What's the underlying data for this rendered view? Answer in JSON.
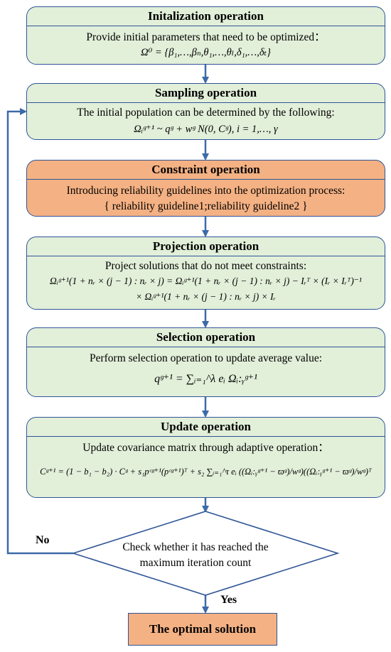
{
  "boxes": {
    "init": {
      "title": "Initalization  operation",
      "line1": "Provide initial parameters that need to be optimized：",
      "formula": "Ω⁰ = {β₁,…,βₙ,θ₁,…,θₗ,δ₁,…,δₜ}"
    },
    "sampling": {
      "title": "Sampling operation",
      "line1": "The initial population can be determined by the following:",
      "formula": "Ωᵢᵍ⁺¹ ~ qᵍ + wᵍ N(0, Cᵍ), i = 1,…, γ"
    },
    "constraint": {
      "title": "Constraint operation",
      "line1": "Introducing reliability guidelines into the optimization process:",
      "line2": "{  reliability guideline1;reliability guideline2  }"
    },
    "projection": {
      "title": "Projection operation",
      "line1": "Project solutions that do not meet constraints:",
      "formula1": "Ωᵢᵍ⁺¹(1 + nᵣ × (j − 1) : nᵣ × j) = Ωᵢᵍ⁺¹(1 + nᵣ × (j − 1) : nᵣ × j) − Iᵣᵀ × (Iᵣ × Iᵣᵀ)⁻¹",
      "formula2": "× Ωᵢᵍ⁺¹(1 + nᵣ × (j − 1) : nᵣ × j) × Iᵣ"
    },
    "selection": {
      "title": "Selection operation",
      "line1": "Perform selection operation to update average value:",
      "formula": "qᵍ⁺¹ = ∑ᵢ₌₁^λ eᵢ Ωᵢ:ᵧᵍ⁺¹"
    },
    "update": {
      "title": "Update operation",
      "line1": "Update covariance matrix through adaptive operation：",
      "formula": "Cᵍ⁺¹ = (1 − b₁ − b₂) · Cᵍ + s₁pᶜᵍ⁺¹(pᶜᵍ⁺¹)ᵀ + s₂ ∑ᵢ₌₁^τ eᵢ ((Ωᵢ:ᵧᵍ⁺¹ − ϖᵍ)/wᵍ)((Ωᵢ:ᵧᵍ⁺¹ − ϖᵍ)/wᵍ)ᵀ"
    }
  },
  "decision": {
    "line1": "Check whether it has reached the",
    "line2": "maximum iteration count"
  },
  "labels": {
    "no": "No",
    "yes": "Yes"
  },
  "final": "The optimal solution",
  "colors": {
    "green": "#e2efd9",
    "orange": "#f4b183",
    "border": "#2f5597",
    "arrow": "#3c6aa8"
  }
}
